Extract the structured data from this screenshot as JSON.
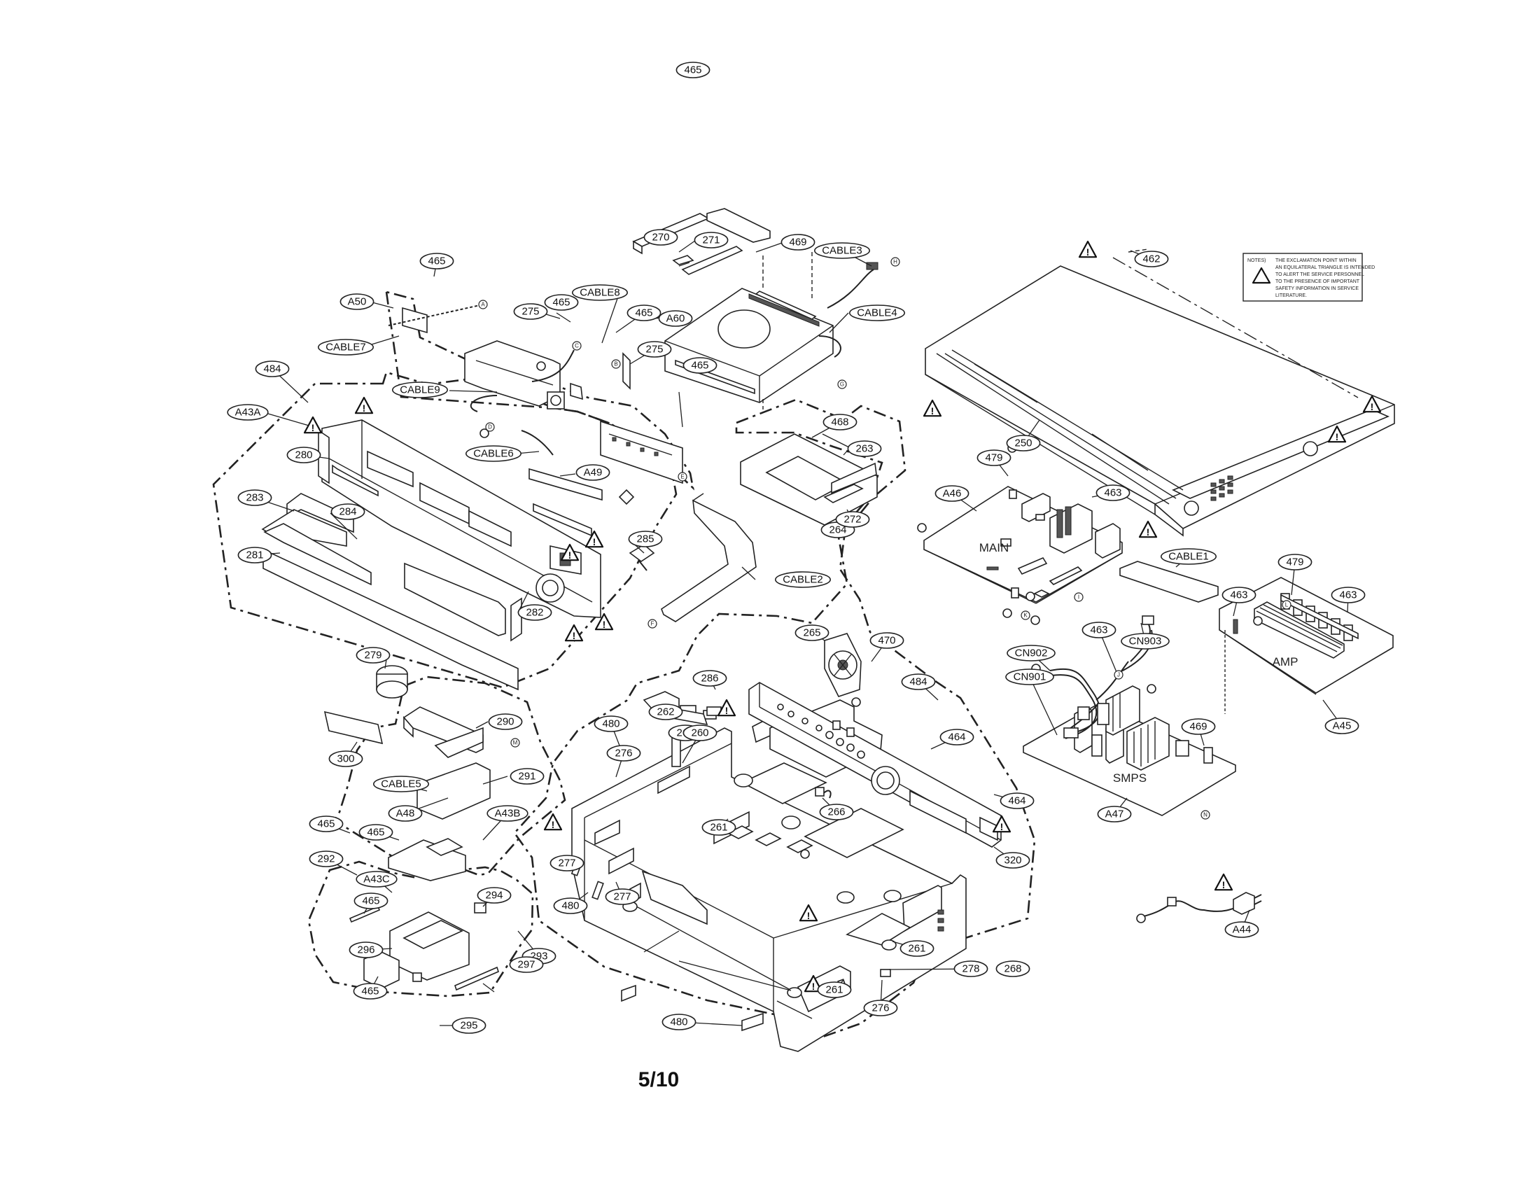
{
  "page_number": "5/10",
  "notes": {
    "label": "NOTES)",
    "lines": [
      "THE EXCLAMATION POINT WITHIN",
      "AN EQUILATERAL TRIANGLE IS INTENDED",
      "TO ALERT THE SERVICE PERSONNEL",
      "TO THE PRESENCE OF IMPORTANT",
      "SAFETY INFORMATION IN SERVICE",
      "LITERATURE."
    ]
  },
  "warning_symbol": "!",
  "board_labels": {
    "main": "MAIN",
    "amp": "AMP",
    "smps": "SMPS"
  },
  "callouts": [
    "465",
    "A50",
    "CABLE7",
    "275",
    "465",
    "CABLE8",
    "465",
    "275",
    "465",
    "CABLE9",
    "A60",
    "CABLE3",
    "469",
    "CABLE4",
    "271",
    "270",
    "462",
    "484",
    "A43A",
    "280",
    "283",
    "284",
    "281",
    "CABLE6",
    "A49",
    "285",
    "282",
    "279",
    "CABLE2",
    "468",
    "263",
    "264",
    "272",
    "250",
    "479",
    "A46",
    "463",
    "CABLE1",
    "463",
    "479",
    "463",
    "A45",
    "463",
    "CN903",
    "CN902",
    "CN901",
    "469",
    "A47",
    "265",
    "470",
    "484",
    "464",
    "464",
    "320",
    "286",
    "262",
    "267",
    "480",
    "276",
    "260",
    "261",
    "266",
    "277",
    "480",
    "277",
    "261",
    "261",
    "276",
    "480",
    "278",
    "268",
    "A44",
    "300",
    "290",
    "291",
    "CABLE5",
    "A48",
    "465",
    "A43B",
    "465",
    "292",
    "A43C",
    "465",
    "294",
    "296",
    "293",
    "465",
    "297",
    "295",
    "465"
  ],
  "pin_letters": [
    "A",
    "B",
    "C",
    "D",
    "E",
    "F",
    "G",
    "H",
    "I",
    "J",
    "K",
    "L",
    "M",
    "N"
  ]
}
